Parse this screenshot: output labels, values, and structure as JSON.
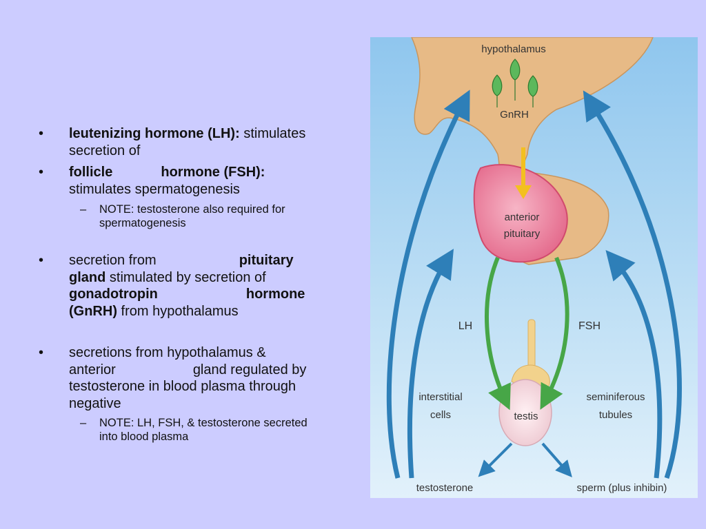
{
  "bullets": [
    {
      "bold": "leutenizing hormone (LH):",
      "rest": " stimulates",
      "line2": "secretion of"
    },
    {
      "bold1": "follicle",
      "bold2": "hormone (FSH):",
      "line2": "stimulates spermatogenesis"
    },
    {
      "sub": [
        "NOTE: testosterone also required for",
        "spermatogenesis"
      ]
    },
    {
      "line1_a": "secretion from",
      "line1_b": "pituitary",
      "line2_bold": "gland",
      "line2_rest": " stimulated by secretion of",
      "line3_a": "gonadotropin",
      "line3_b": "hormone",
      "line4_bold": "(GnRH)",
      "line4_rest": " from hypothalamus"
    },
    {
      "line1": "secretions from hypothalamus &",
      "line2_a": "anterior",
      "line2_b": "gland regulated by",
      "line3": "testosterone in blood plasma through",
      "line4": "negative"
    },
    {
      "sub": [
        "NOTE: LH, FSH, & testosterone secreted",
        "into blood plasma"
      ]
    }
  ],
  "diagram": {
    "hypothalamus": "hypothalamus",
    "gnrh": "GnRH",
    "anterior": "anterior",
    "pituitary": "pituitary",
    "lh": "LH",
    "fsh": "FSH",
    "interstitial": "interstitial",
    "cells": "cells",
    "seminiferous": "seminiferous",
    "tubules": "tubules",
    "testis": "testis",
    "testosterone": "testosterone",
    "sperm": "sperm (plus inhibin)"
  }
}
